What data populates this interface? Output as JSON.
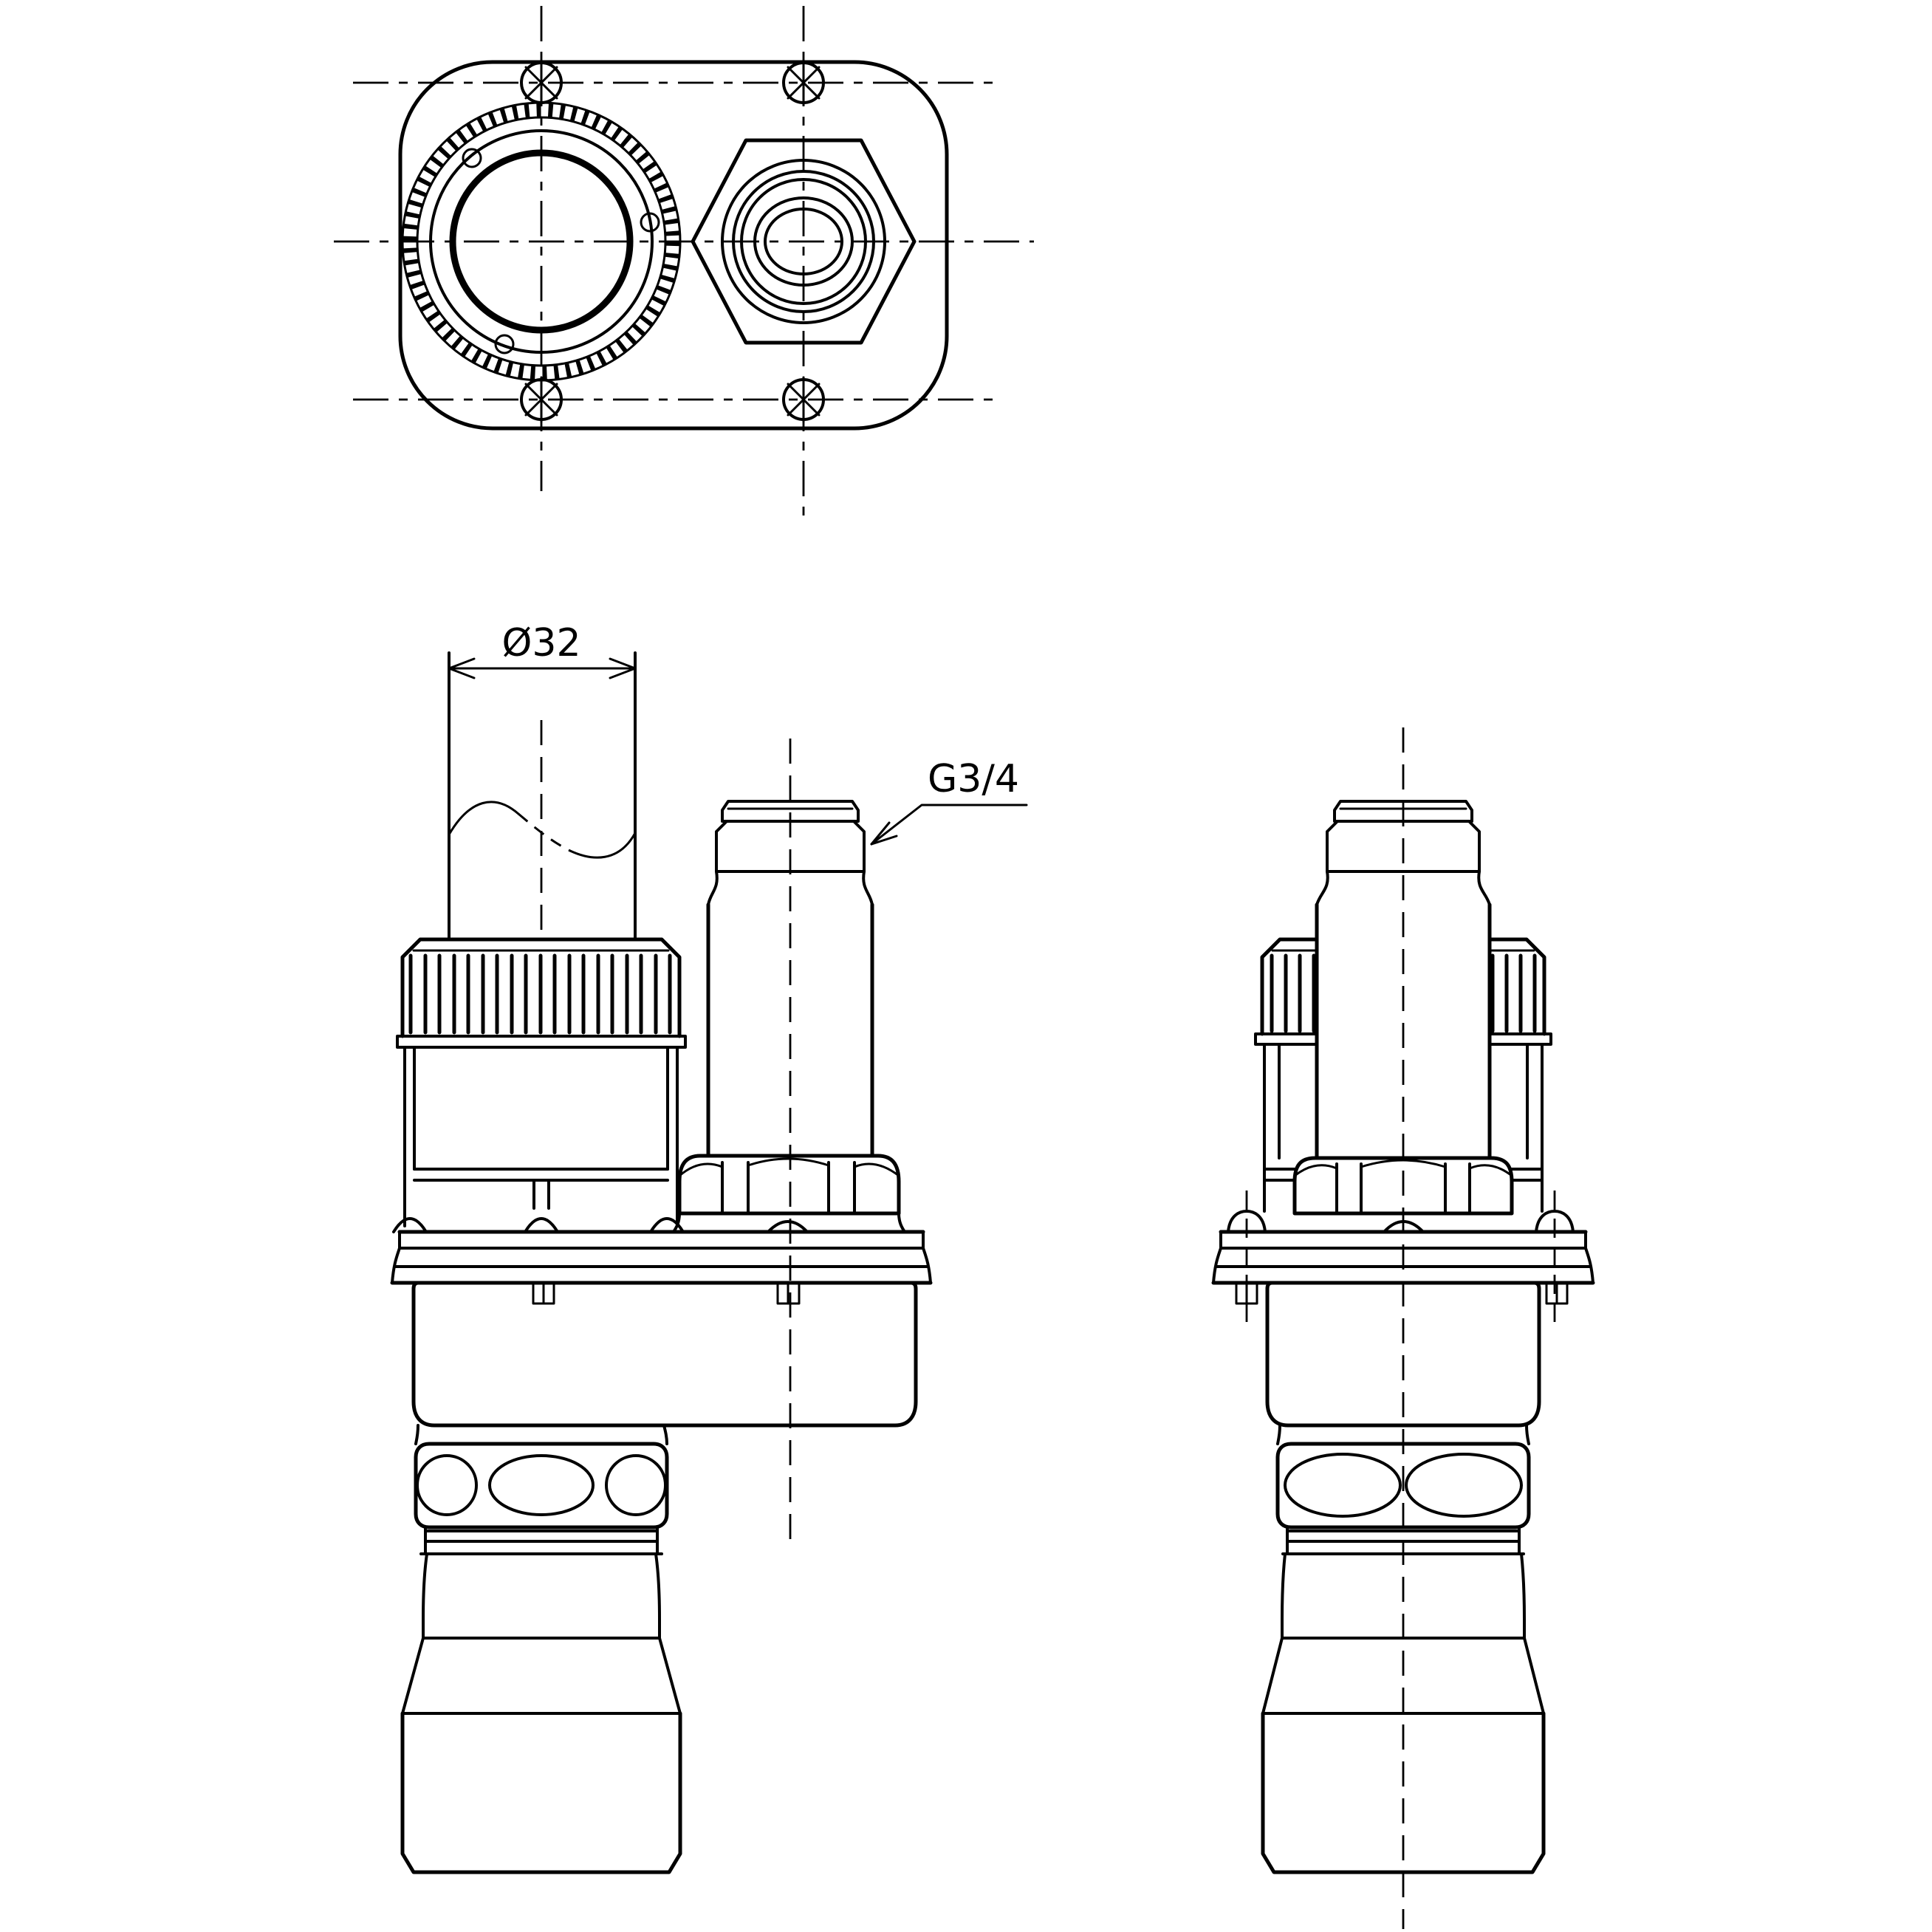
{
  "drawing": {
    "background_color": "#ffffff",
    "line_color": "#000000",
    "labels": {
      "pipe_diameter": "Ø32",
      "thread_size": "G3/4"
    },
    "views": {
      "top": "top-view-of-mounting-flange",
      "front": "front-view-of-fitting-assembly",
      "side": "side-view-of-fitting-assembly"
    }
  }
}
